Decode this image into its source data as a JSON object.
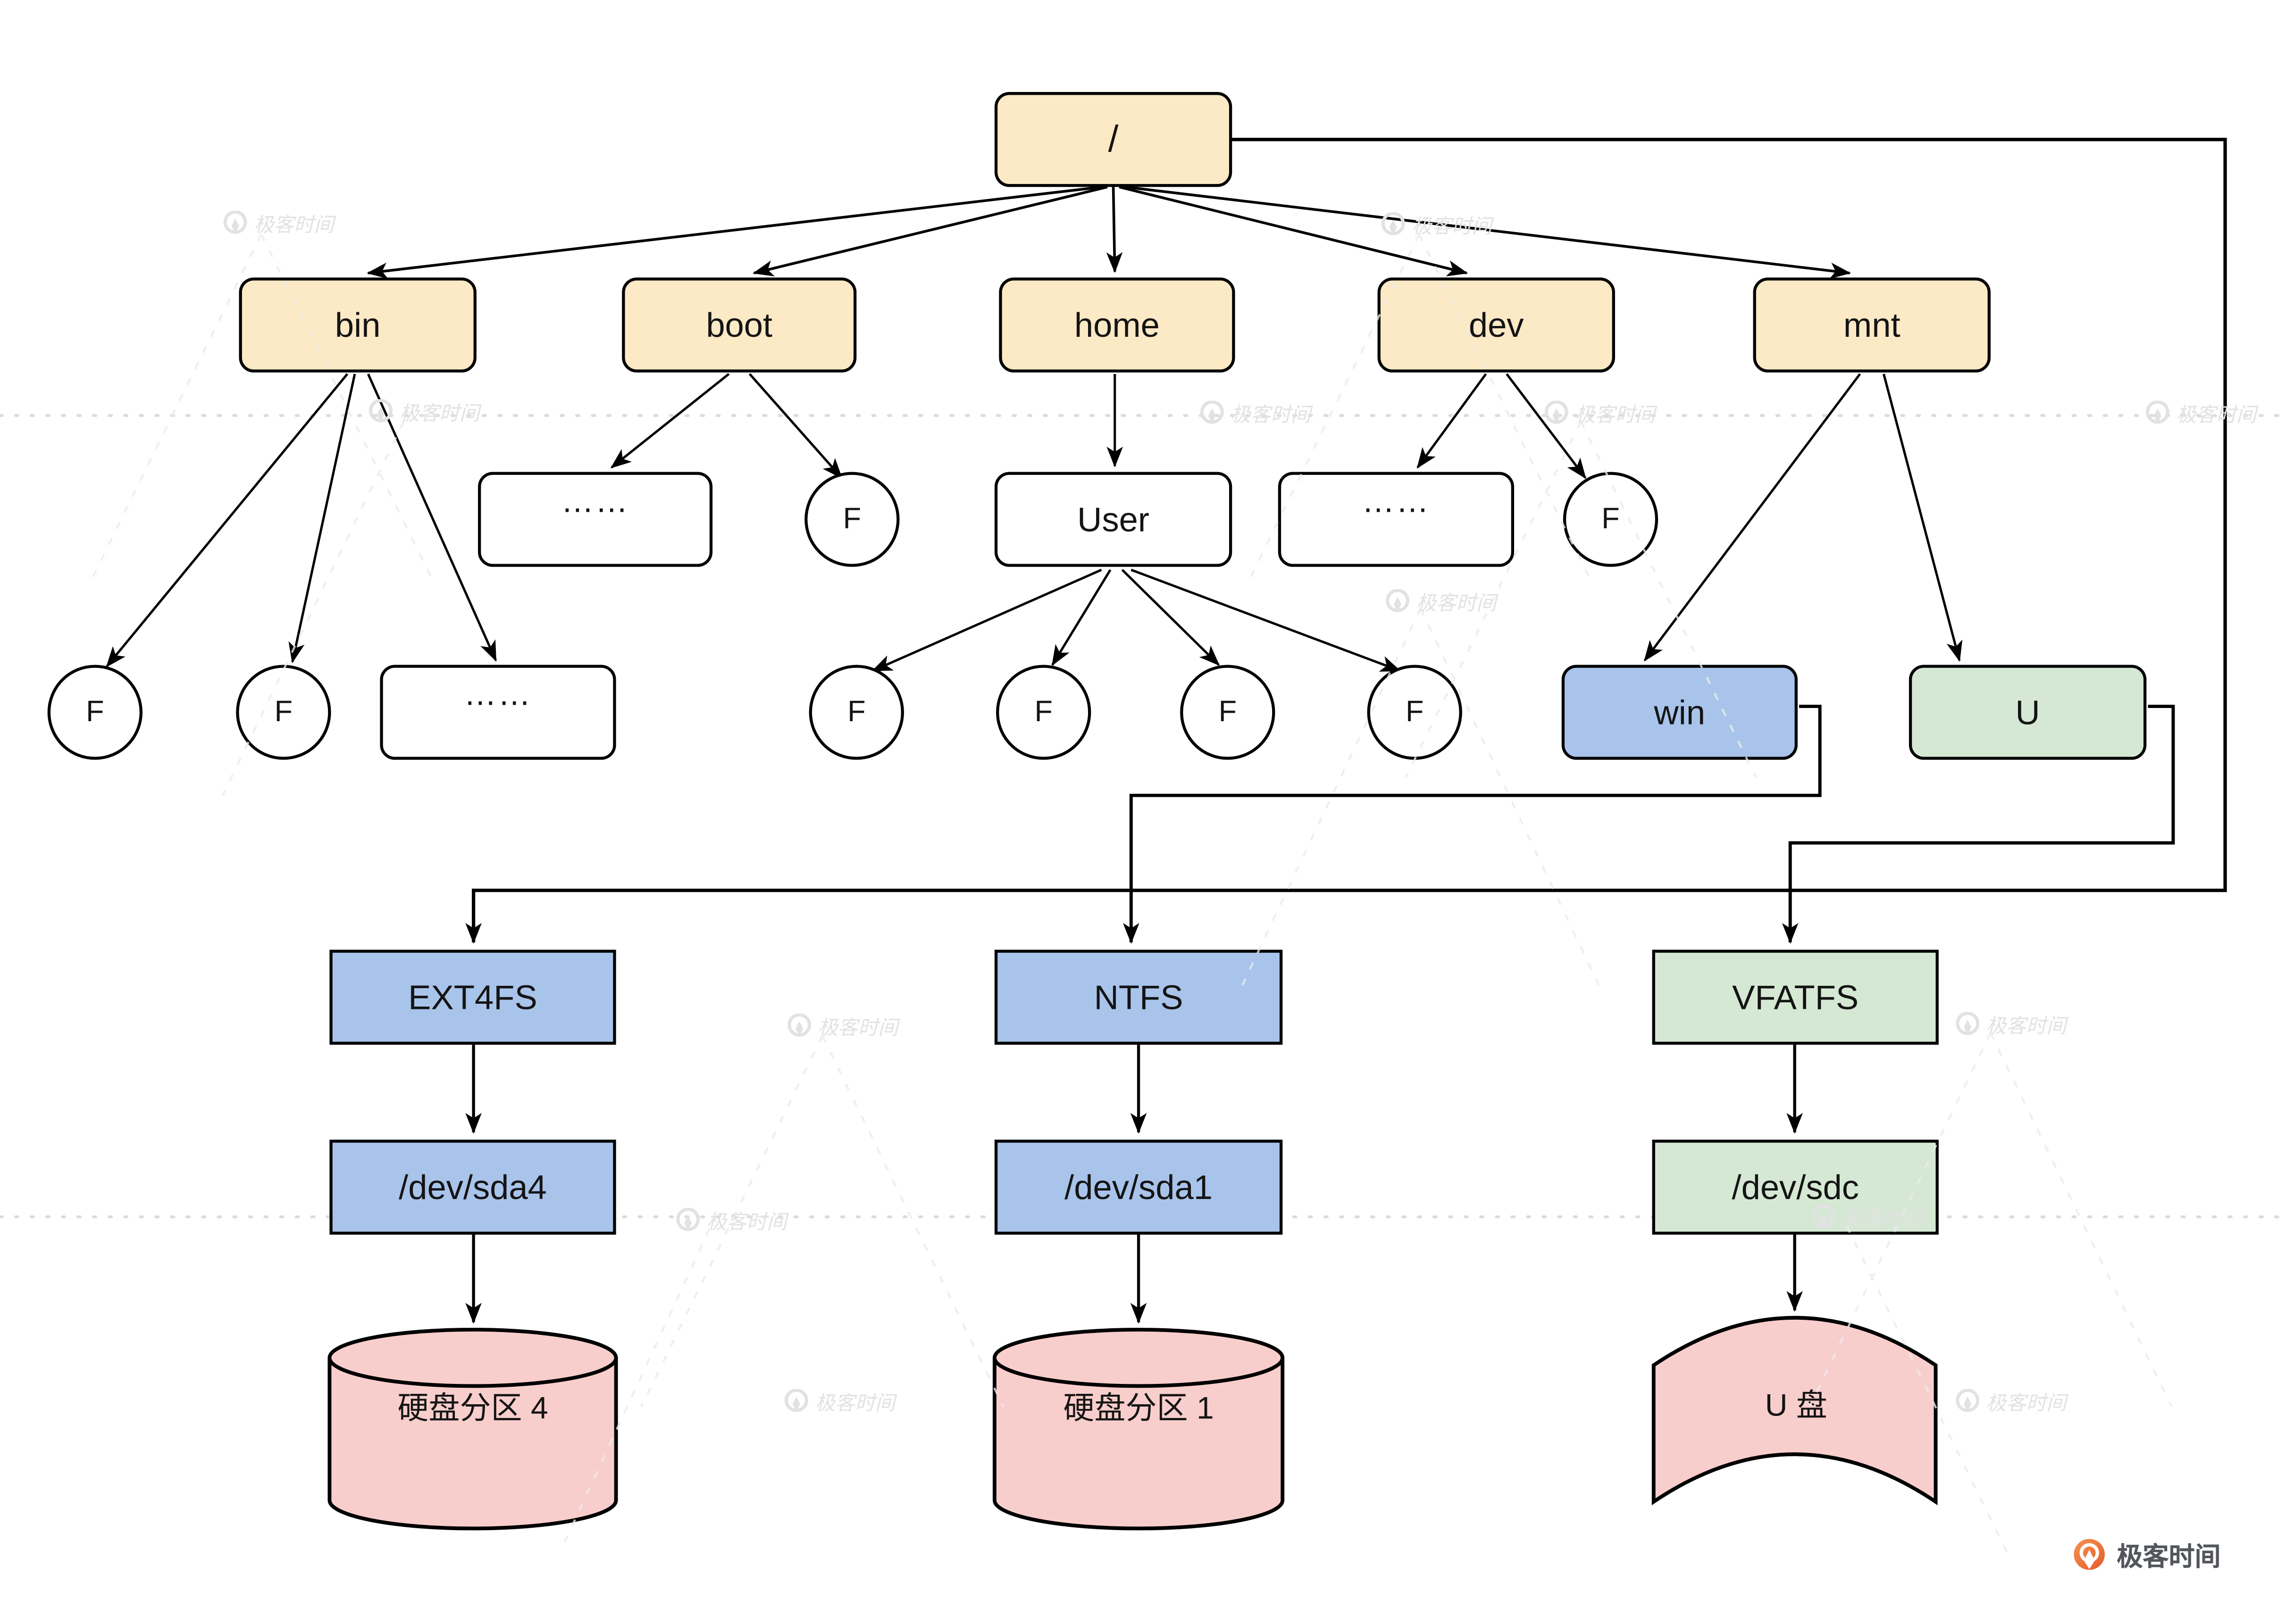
{
  "nodes": {
    "root": "/",
    "bin": "bin",
    "boot": "boot",
    "home": "home",
    "dev": "dev",
    "mnt": "mnt",
    "bin_f1": "F",
    "bin_f2": "F",
    "bin_more": "……",
    "boot_more": "……",
    "boot_f": "F",
    "user": "User",
    "user_f1": "F",
    "user_f2": "F",
    "user_f3": "F",
    "user_f4": "F",
    "dev_more": "……",
    "dev_f": "F",
    "win": "win",
    "u": "U",
    "ext4fs": "EXT4FS",
    "ntfs": "NTFS",
    "vfatfs": "VFATFS",
    "sda4": "/dev/sda4",
    "sda1": "/dev/sda1",
    "sdc": "/dev/sdc",
    "disk4": "硬盘分区 4",
    "disk1": "硬盘分区 1",
    "usb": "U 盘"
  },
  "watermark": {
    "text": "极客时间"
  },
  "brand": {
    "text": "极客时间"
  },
  "colors": {
    "node_yellow": "#FCE9C5",
    "node_blue": "#A9C4EB",
    "node_green": "#D5E8D4",
    "node_pink": "#F8CECC",
    "node_border": "#000000",
    "edge": "#000000",
    "watermark_gray": "#E2E2E2",
    "brand_orange": "#ED6A2C",
    "brand_text_gray": "#53565C"
  }
}
